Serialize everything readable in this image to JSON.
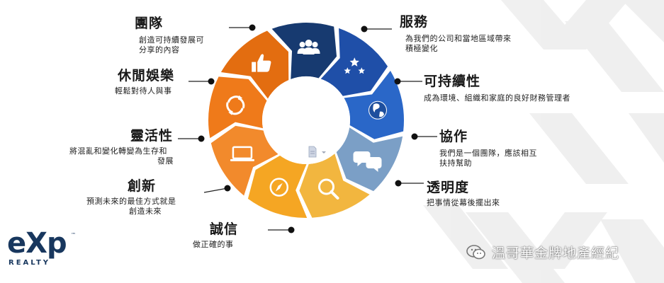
{
  "segments": [
    {
      "key": "team",
      "title": "團隊",
      "desc_lines": [
        "創造可持續發展可",
        "分享的內容"
      ],
      "icon": "people-icon",
      "color": "#173a70"
    },
    {
      "key": "service",
      "title": "服務",
      "desc_lines": [
        "為我們的公司和當地區域帶來",
        "積極變化"
      ],
      "icon": "stars-icon",
      "color": "#1f4fa8"
    },
    {
      "key": "sustainability",
      "title": "可持續性",
      "desc_lines": [
        "成為環境、組織和家庭的良好財務管理者"
      ],
      "icon": "globe-icon",
      "color": "#2a67c8"
    },
    {
      "key": "collaboration",
      "title": "協作",
      "desc_lines": [
        "我們是一個團隊，應該相互",
        "扶持幫助"
      ],
      "icon": "chat-bubbles-icon",
      "color": "#7b9fc6"
    },
    {
      "key": "transparency",
      "title": "透明度",
      "desc_lines": [
        "把事情從幕後擺出來"
      ],
      "icon": "magnifier-icon",
      "color": "#f2b63f"
    },
    {
      "key": "integrity",
      "title": "誠信",
      "desc_lines": [
        "做正確的事"
      ],
      "icon": "compass-icon",
      "color": "#f5a623"
    },
    {
      "key": "innovation",
      "title": "創新",
      "desc_lines": [
        "預測未來的最佳方式就是",
        "創造未來"
      ],
      "icon": "laptop-icon",
      "color": "#f28a2c"
    },
    {
      "key": "agility",
      "title": "靈活性",
      "desc_lines": [
        "將混亂和變化轉變為生存和",
        "發展"
      ],
      "icon": "cycle-arrows-icon",
      "color": "#ef7a1a"
    },
    {
      "key": "fun",
      "title": "休閒娛樂",
      "desc_lines": [
        "輕鬆對待人與事"
      ],
      "icon": "thumbs-up-icon",
      "color": "#e36d10"
    }
  ],
  "watermark": {
    "text": "溫哥華金牌地產經紀",
    "icon": "wechat-icon"
  },
  "logo": {
    "mark": "eXp",
    "tm": "™",
    "sub": "REALTY",
    "color": "#18375e"
  }
}
